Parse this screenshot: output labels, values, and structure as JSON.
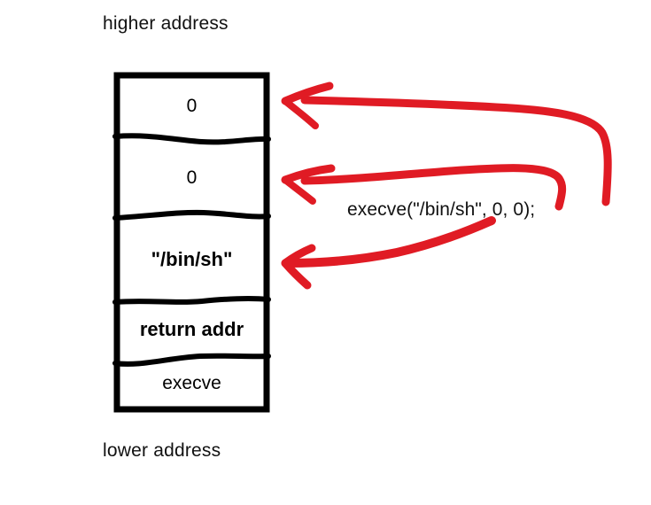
{
  "diagram": {
    "title_top": "higher address",
    "title_bottom": "lower address",
    "annotation": "execve(\"/bin/sh\", 0, 0);",
    "accent_color": "#e01b24",
    "ink_color": "#000000",
    "stack_cells": [
      {
        "label": "0",
        "bold": false
      },
      {
        "label": "0",
        "bold": false
      },
      {
        "label": "\"/bin/sh\"",
        "bold": true
      },
      {
        "label": "return addr",
        "bold": true
      },
      {
        "label": "execve",
        "bold": false
      }
    ],
    "arrows": [
      {
        "name": "arrow-arg3-zero",
        "from": "annotation third argument 0",
        "to": "top stack cell 0"
      },
      {
        "name": "arrow-arg2-zero",
        "from": "annotation second argument 0",
        "to": "second stack cell 0"
      },
      {
        "name": "arrow-arg1-binsh",
        "from": "annotation string /bin/sh",
        "to": "stack cell \"/bin/sh\""
      }
    ]
  }
}
